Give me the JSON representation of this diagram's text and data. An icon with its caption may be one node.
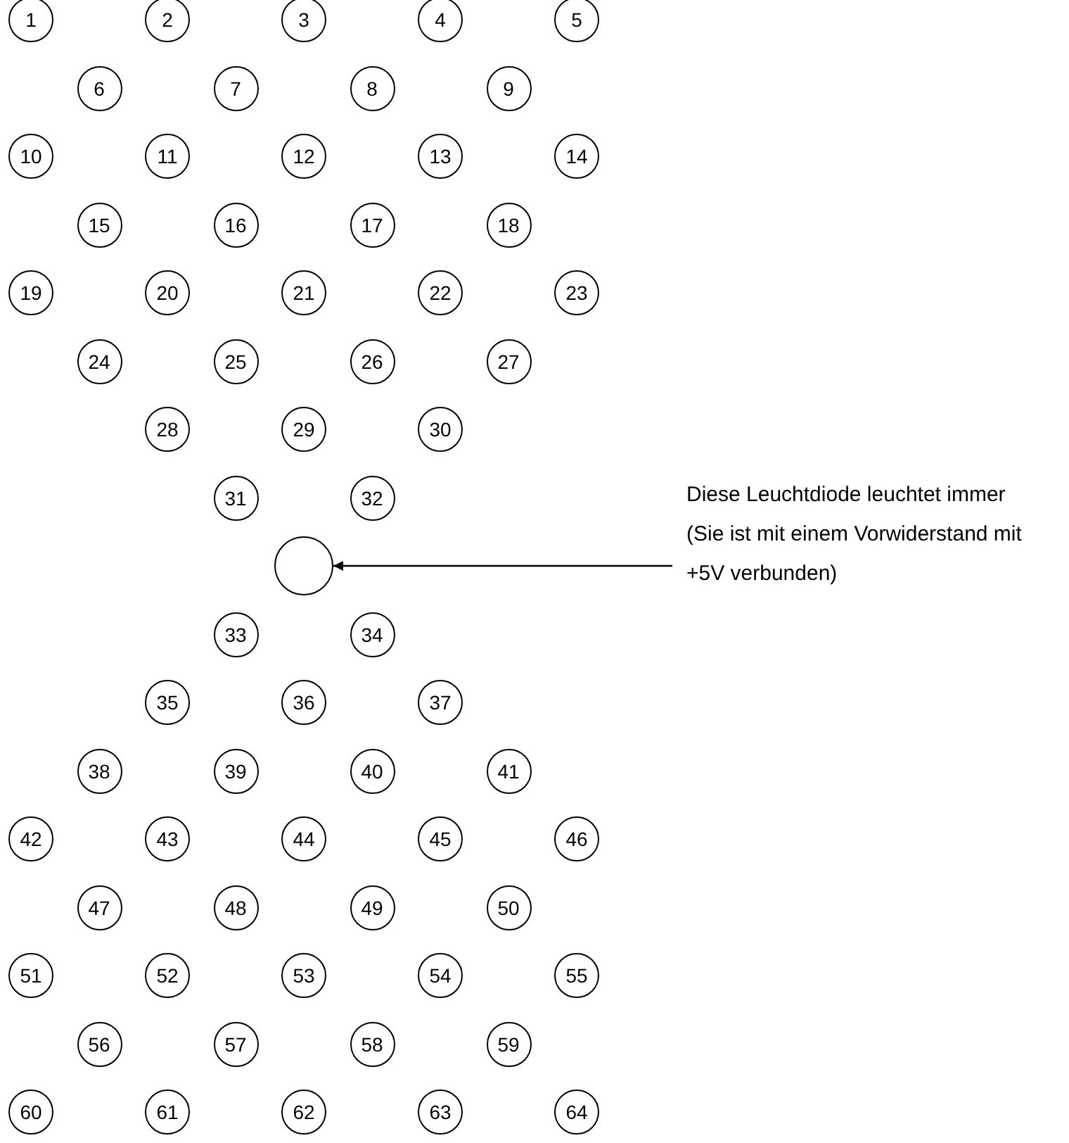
{
  "diagram": {
    "nodes": [
      {
        "text": [
          "1"
        ]
      },
      {
        "text": [
          "2"
        ]
      },
      {
        "text": [
          "3"
        ]
      },
      {
        "text": [
          "4"
        ]
      },
      {
        "text": [
          "5"
        ]
      },
      {
        "text": [
          "6"
        ]
      },
      {
        "text": [
          "7"
        ]
      },
      {
        "text": [
          "8"
        ]
      },
      {
        "text": [
          "9"
        ]
      },
      {
        "text": [
          "10"
        ]
      },
      {
        "text": [
          "11"
        ]
      },
      {
        "text": [
          "12"
        ]
      },
      {
        "text": [
          "13"
        ]
      },
      {
        "text": [
          "14"
        ]
      },
      {
        "text": [
          "15"
        ]
      },
      {
        "text": [
          "16"
        ]
      },
      {
        "text": [
          "17"
        ]
      },
      {
        "text": [
          "18"
        ]
      },
      {
        "text": [
          "19"
        ]
      },
      {
        "text": [
          "20"
        ]
      },
      {
        "text": [
          "21"
        ]
      },
      {
        "text": [
          "22"
        ]
      },
      {
        "text": [
          "23"
        ]
      },
      {
        "text": [
          "24"
        ]
      },
      {
        "text": [
          "25"
        ]
      },
      {
        "text": [
          "26"
        ]
      },
      {
        "text": [
          "27"
        ]
      },
      {
        "text": [
          "28"
        ]
      },
      {
        "text": [
          "29"
        ]
      },
      {
        "text": [
          "30"
        ]
      },
      {
        "text": [
          "31"
        ]
      },
      {
        "text": [
          "32"
        ]
      },
      {
        "text": [],
        "shape": "circle"
      },
      {
        "text": [
          "33"
        ]
      },
      {
        "text": [
          "34"
        ]
      },
      {
        "text": [
          "35"
        ]
      },
      {
        "text": [
          "36"
        ]
      },
      {
        "text": [
          "37"
        ]
      },
      {
        "text": [
          "38"
        ]
      },
      {
        "text": [
          "39"
        ]
      },
      {
        "text": [
          "40"
        ]
      },
      {
        "text": [
          "41"
        ]
      },
      {
        "text": [
          "42"
        ]
      },
      {
        "text": [
          "43"
        ]
      },
      {
        "text": [
          "44"
        ]
      },
      {
        "text": [
          "45"
        ]
      },
      {
        "text": [
          "46"
        ]
      },
      {
        "text": [
          "47"
        ]
      },
      {
        "text": [
          "48"
        ]
      },
      {
        "text": [
          "49"
        ]
      },
      {
        "text": [
          "50"
        ]
      },
      {
        "text": [
          "51"
        ]
      },
      {
        "text": [
          "52"
        ]
      },
      {
        "text": [
          "53"
        ]
      },
      {
        "text": [
          "54"
        ]
      },
      {
        "text": [
          "55"
        ]
      },
      {
        "text": [
          "56"
        ]
      },
      {
        "text": [
          "57"
        ]
      },
      {
        "text": [
          "58"
        ]
      },
      {
        "text": [
          "59"
        ]
      },
      {
        "text": [
          "60"
        ]
      },
      {
        "text": [
          "61"
        ]
      },
      {
        "text": [
          "62"
        ]
      },
      {
        "text": [
          "63"
        ]
      },
      {
        "text": [
          "64"
        ]
      },
      {
        "text": [
          "Diese Leuchtdiode leuchtet immer",
          "(Sie ist mit einem Vorwiderstand mit +5V verbunden)"
        ]
      }
    ],
    "edges": [
      {
        "from": 65,
        "to": 32,
        "arrow": "to"
      }
    ]
  }
}
